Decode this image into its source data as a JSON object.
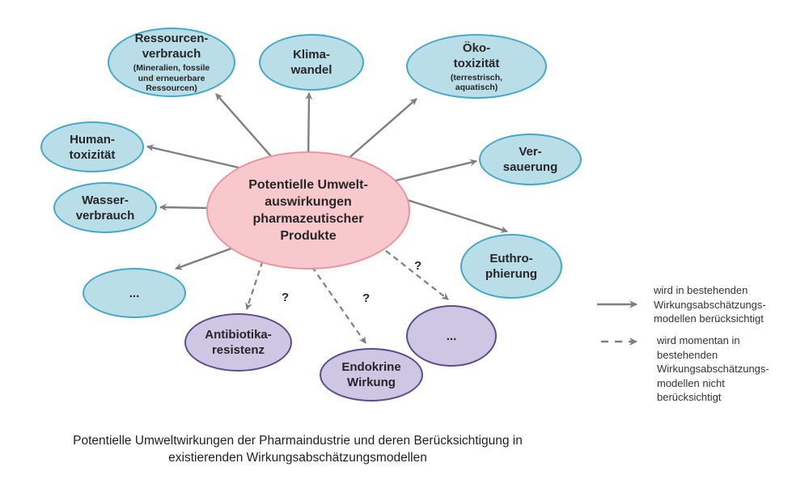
{
  "colors": {
    "considered_fill": "#b9dee8",
    "considered_border": "#43a9c7",
    "not_considered_fill": "#cdc7e3",
    "not_considered_border": "#5e4c8c",
    "center_fill": "#f7c9cd",
    "center_border": "#eb949d",
    "arrow_gray": "#7f7f7f",
    "text": "#262626"
  },
  "diagram": {
    "center": {
      "line1": "Potentielle Umwelt-",
      "line2": "auswirkungen",
      "line3": "pharmazeutischer",
      "line4": "Produkte"
    },
    "nodes": {
      "ressourcen": {
        "line1": "Ressourcen-",
        "line2": "verbrauch",
        "note1": "(Mineralien, fossile",
        "note2": "und erneuerbare",
        "note3": "Ressourcen)"
      },
      "klima": {
        "line1": "Klima-",
        "line2": "wandel"
      },
      "oeko": {
        "line1": "Öko-",
        "line2": "toxizität",
        "note1": "(terrestrisch,",
        "note2": "aquatisch)"
      },
      "versauerung": {
        "line1": "Ver-",
        "line2": "sauerung"
      },
      "euthrophierung": {
        "line1": "Euthro-",
        "line2": "phierung"
      },
      "human": {
        "line1": "Human-",
        "line2": "toxizität"
      },
      "wasser": {
        "line1": "Wasser-",
        "line2": "verbrauch"
      },
      "more_considered": {
        "line1": "..."
      },
      "antibiotika": {
        "line1": "Antibiotika-",
        "line2": "resistenz"
      },
      "endokrine": {
        "line1": "Endokrine",
        "line2": "Wirkung"
      },
      "more_not_considered": {
        "line1": "..."
      }
    },
    "question_mark": "?"
  },
  "legend": {
    "solid": {
      "line1": "wird in bestehenden",
      "line2": "Wirkungsabschätzungs-",
      "line3": "modellen berücksichtigt"
    },
    "dashed": {
      "line1": "wird momentan in",
      "line2": "bestehenden",
      "line3": "Wirkungsabschätzungs-",
      "line4": "modellen nicht",
      "line5": "berücksichtigt"
    }
  },
  "caption": {
    "line1": "Potentielle Umweltwirkungen der Pharmaindustrie und deren Berücksichtigung in",
    "line2": "existierenden Wirkungsabschätzungsmodellen"
  }
}
